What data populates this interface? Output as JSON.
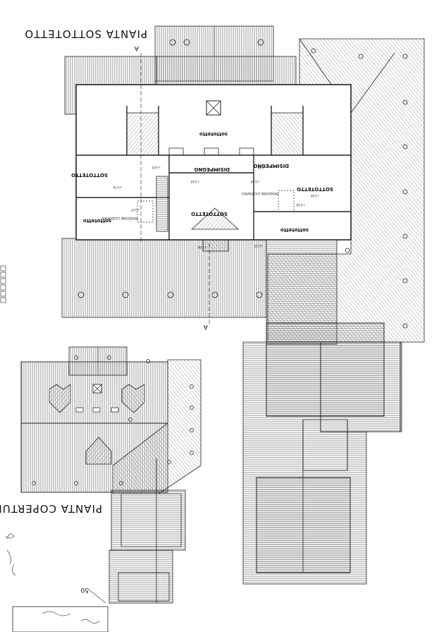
{
  "drawing": {
    "title_attic": "PIANTA SOTTOTETTO",
    "title_roof": "PIANTA COPERTURA",
    "section_mark": "A"
  },
  "rooms": {
    "sottotetto_upper": "sottotetto",
    "disimpegno_left": "DISIMPEGNO",
    "disimpegno_right": "DISIMPEGNO",
    "sottotetto_left": "SOTTOTETTO",
    "sottotetto_right": "SOTTOTETTO",
    "sottotetto_center": "SOTTOTETTO",
    "sottotetto_lower_left": "sottotetto",
    "sottotetto_lower_right": "sottotetto"
  },
  "dimensions": {
    "d1": "+3.65",
    "d2": "+2.58",
    "d3": "+3.07",
    "d4": "+2.40",
    "d5": "+4.70",
    "d6": "+3.45",
    "d7": "+3.95",
    "d8": "+2.68",
    "d9": "+3.30",
    "d10": "+2.25"
  },
  "notes": {
    "proiezione_left": "PROIEZIONE LUCERNARIO",
    "proiezione_right": "PROIEZIONE LUCERNARIO"
  },
  "margin": {
    "sheet_number": "50"
  },
  "colors": {
    "line": "#222222",
    "hatch": "#555555",
    "paper": "#ffffff"
  }
}
